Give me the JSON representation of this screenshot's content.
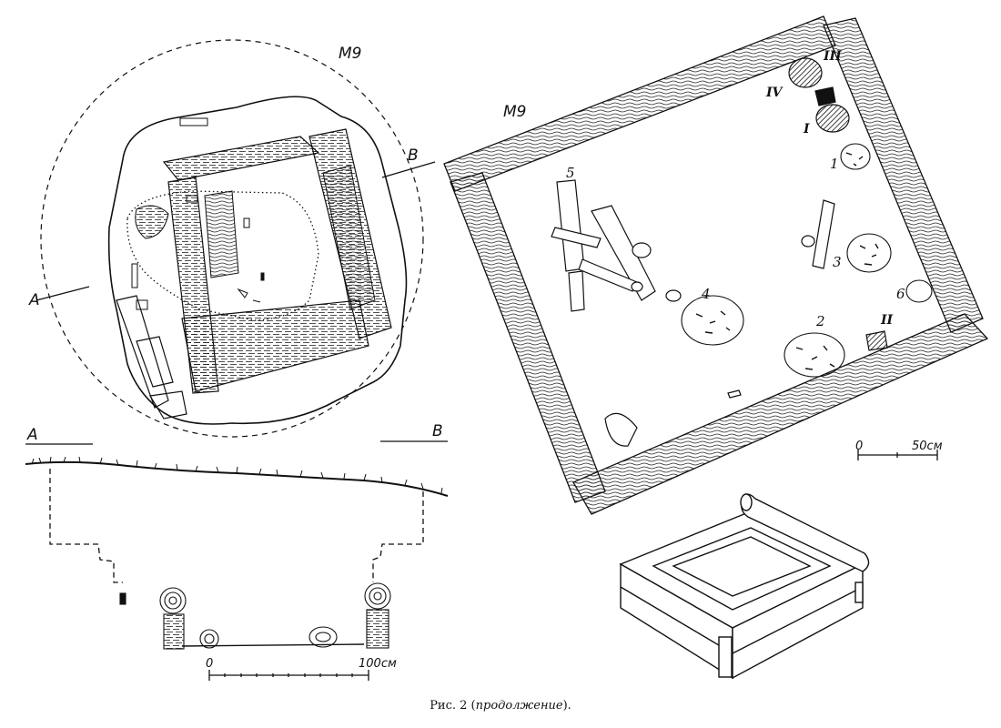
{
  "plan": {
    "title": "M9",
    "section_left": "A",
    "section_right": "B"
  },
  "profile": {
    "left_label": "A",
    "right_label": "B",
    "scale_start": "0",
    "scale_end": "100см"
  },
  "grave_plan": {
    "title": "M9",
    "objects": [
      "1",
      "2",
      "3",
      "4",
      "5",
      "6"
    ],
    "vessels": [
      "I",
      "II",
      "III",
      "IV"
    ],
    "scale_start": "0",
    "scale_end": "50см"
  },
  "caption": {
    "prefix": "Рис. 2 (",
    "italic": "продолжение",
    "suffix": ")."
  }
}
